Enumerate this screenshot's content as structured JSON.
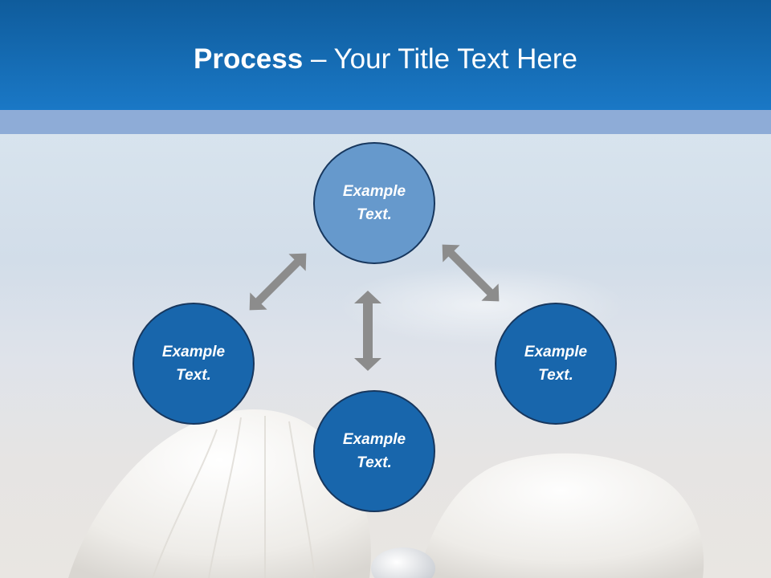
{
  "slide": {
    "title_bold": "Process",
    "title_rest": " – Your Title Text Here"
  },
  "nodes": {
    "top": "Example Text.",
    "left": "Example Text.",
    "right": "Example Text.",
    "bottom": "Example Text."
  },
  "colors": {
    "header": "#1a78c6",
    "node_fill": "#1866ac",
    "node_top_fill": "#6699cc",
    "node_border": "#17375e",
    "arrow": "#8c8c8c"
  }
}
